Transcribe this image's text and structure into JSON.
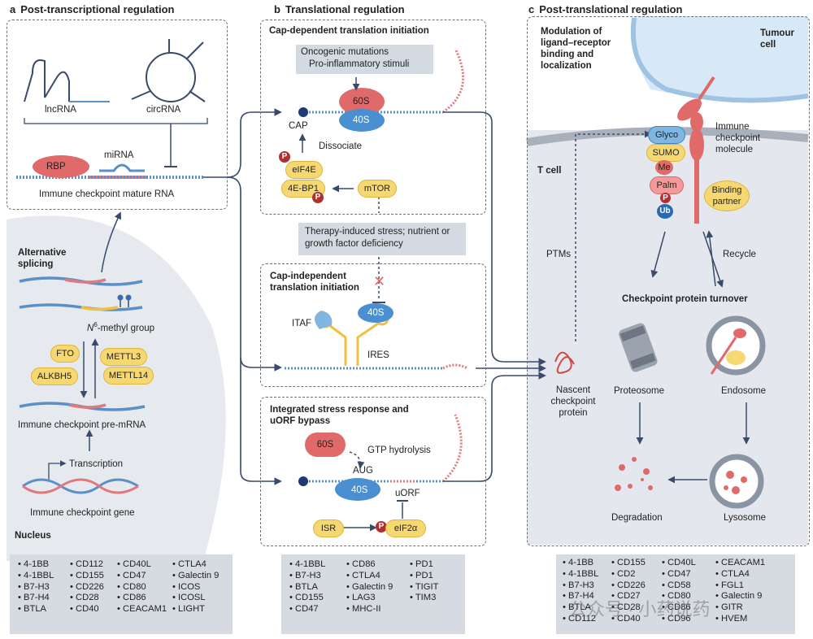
{
  "panel_a": {
    "letter": "a",
    "title": "Post-transcriptional regulation",
    "lncrna": "lncRNA",
    "circrna": "circRNA",
    "rbp": "RBP",
    "mirna": "miRNA",
    "mature_rna": "Immune checkpoint mature RNA",
    "alt_splicing": "Alternative splicing",
    "methyl_sup": "6",
    "methyl_pre": "N",
    "methyl_post": "-methyl group",
    "fto": "FTO",
    "alkbh5": "ALKBH5",
    "mettl3": "METTL3",
    "mettl14": "METTL14",
    "pre_mrna": "Immune checkpoint pre-mRNA",
    "transcription": "Transcription",
    "gene": "Immune checkpoint gene",
    "nucleus": "Nucleus"
  },
  "panel_b": {
    "letter": "b",
    "title": "Translational regulation",
    "cap_dep_title": "Cap-dependent translation initiation",
    "stimuli": [
      "Oncogenic mutations",
      "Pro-inflammatory stimuli"
    ],
    "s60": "60S",
    "s40": "40S",
    "cap": "CAP",
    "dissociate": "Dissociate",
    "eif4e": "eIF4E",
    "ebp1": "4E-BP1",
    "mtor": "mTOR",
    "p": "P",
    "stress": "Therapy-induced stress; nutrient or growth factor deficiency",
    "cap_indep_title": "Cap-independent translation initiation",
    "itaf": "ITAF",
    "ires": "IRES",
    "isr_title": "Integrated stress response and uORF bypass",
    "gtp": "GTP hydrolysis",
    "aug": "AUG",
    "uorf": "uORF",
    "isr": "ISR",
    "eif2a": "eIF2α"
  },
  "panel_c": {
    "letter": "c",
    "title": "Post-translational regulation",
    "modulation": "Modulation of ligand–receptor binding and localization",
    "tumour": "Tumour cell",
    "glyco": "Glyco",
    "sumo": "SUMO",
    "me": "Me",
    "palm": "Palm",
    "p": "P",
    "ub": "Ub",
    "icm": "Immune checkpoint molecule",
    "tcell": "T cell",
    "binding": "Binding partner",
    "ptms": "PTMs",
    "recycle": "Recycle",
    "turnover": "Checkpoint protein turnover",
    "nascent": "Nascent checkpoint protein",
    "proteosome": "Proteosome",
    "endosome": "Endosome",
    "degradation": "Degradation",
    "lysosome": "Lysosome"
  },
  "lists": {
    "a": [
      [
        "4-1BB",
        "4-1BBL",
        "B7-H3",
        "B7-H4",
        "BTLA"
      ],
      [
        "CD112",
        "CD155",
        "CD226",
        "CD28",
        "CD40"
      ],
      [
        "CD40L",
        "CD47",
        "CD80",
        "CD86",
        "CEACAM1"
      ],
      [
        "CTLA4",
        "Galectin 9",
        "ICOS",
        "ICOSL",
        "LIGHT"
      ]
    ],
    "b": [
      [
        "4-1BBL",
        "B7-H3",
        "BTLA",
        "CD155",
        "CD47"
      ],
      [
        "CD86",
        "CTLA4",
        "Galectin 9",
        "LAG3",
        "MHC-II"
      ],
      [
        "PD1",
        "PD1",
        "TIGIT",
        "TIM3"
      ]
    ],
    "c": [
      [
        "4-1BB",
        "4-1BBL",
        "B7-H3",
        "B7-H4",
        "BTLA",
        "CD112"
      ],
      [
        "CD155",
        "CD2",
        "CD226",
        "CD27",
        "CD28",
        "CD40"
      ],
      [
        "CD40L",
        "CD47",
        "CD58",
        "CD80",
        "CD86",
        "CD96"
      ],
      [
        "CEACAM1",
        "CTLA4",
        "FGL1",
        "Galectin 9",
        "GITR",
        "HVEM"
      ]
    ]
  },
  "watermark": "公众号 · 小药说药",
  "colors": {
    "rna_blue": "#5a8fc8",
    "rna_red": "#e0787e",
    "navy": "#3a4a6a",
    "yellow": "#f6d873",
    "blue_protein": "#7fb6e2",
    "red_protein": "#e06a6a",
    "cell_grey": "#e6e9ee",
    "tumour_blue": "#d7e9f7",
    "list_grey": "#d6dbe2"
  }
}
